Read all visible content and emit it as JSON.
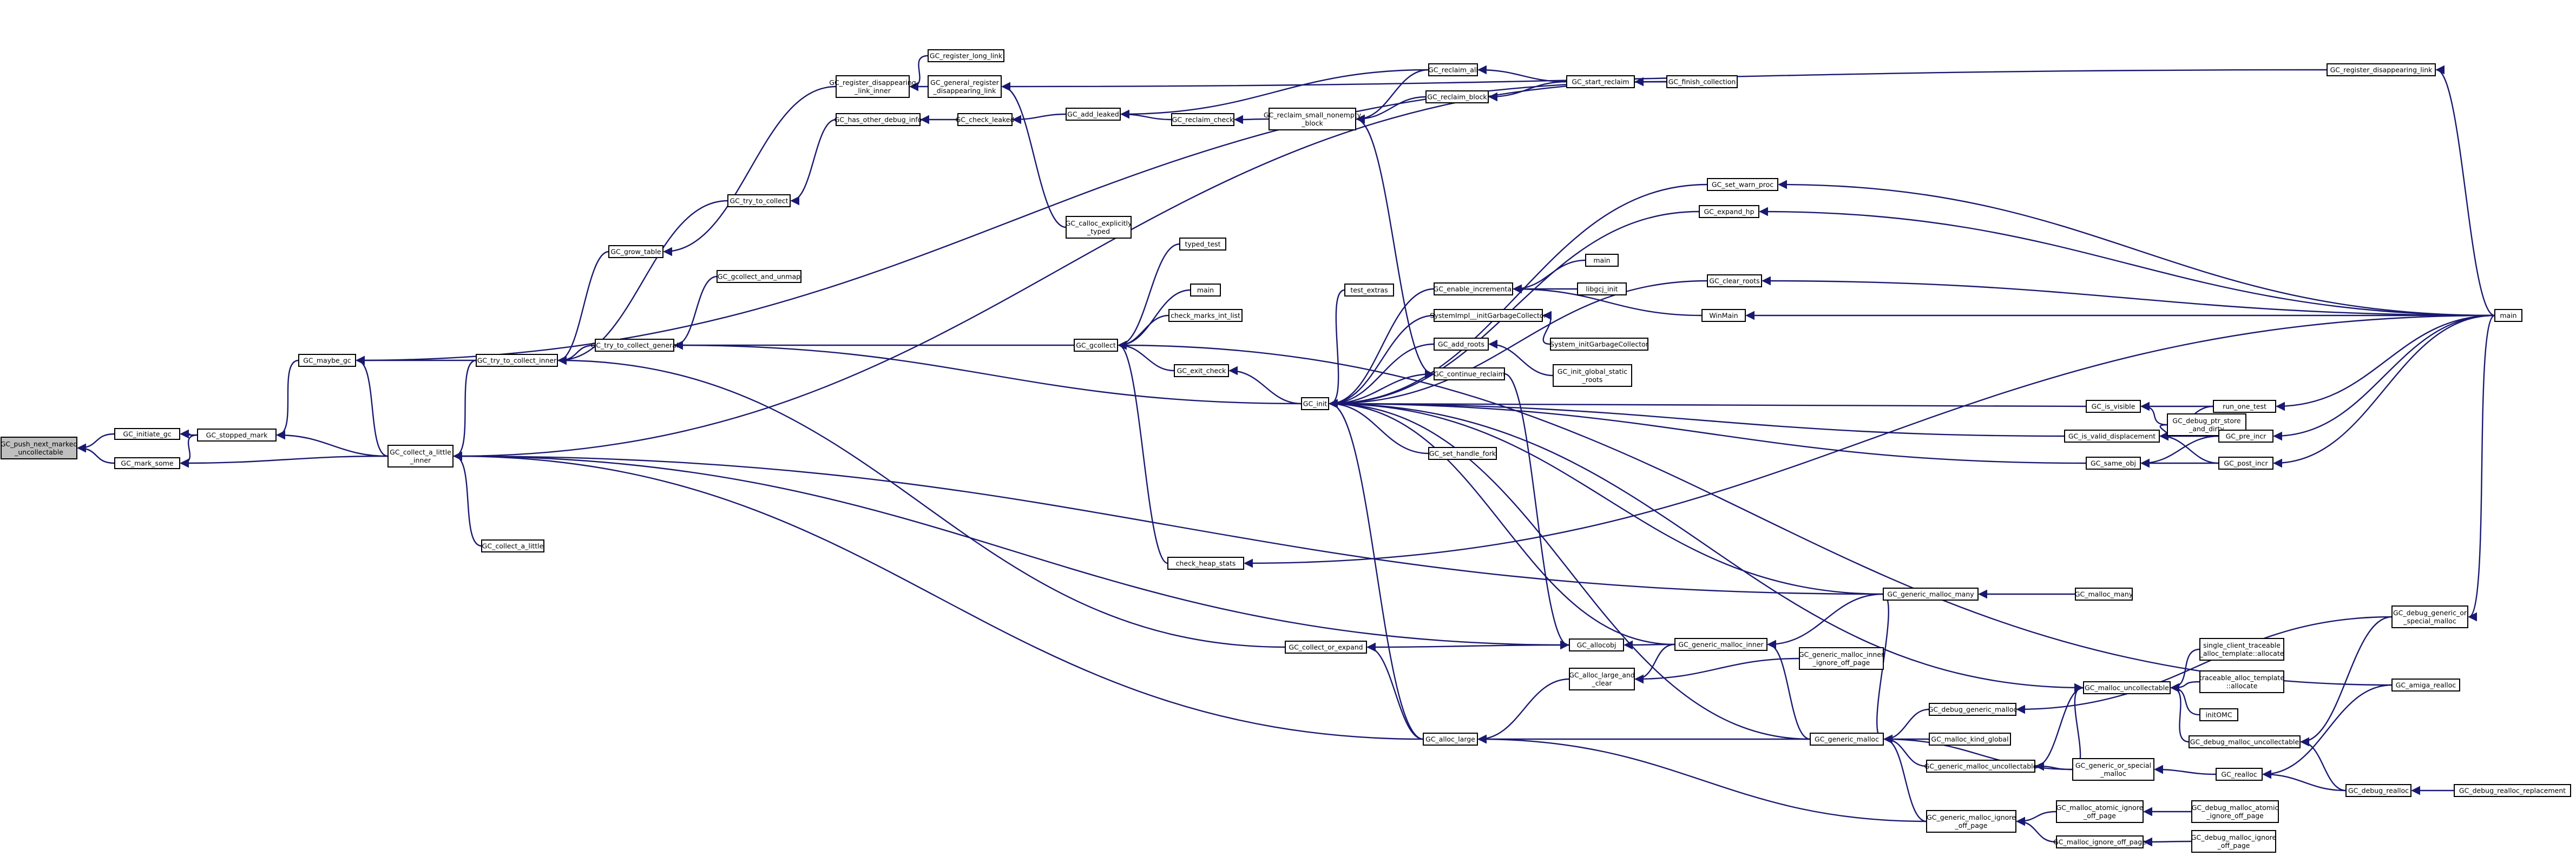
{
  "nodes": [
    {
      "id": "push_next",
      "lines": [
        "GC_push_next_marked",
        "_uncollectable"
      ],
      "highlight": true
    },
    {
      "id": "initiate_gc",
      "lines": [
        "GC_initiate_gc"
      ]
    },
    {
      "id": "mark_some",
      "lines": [
        "GC_mark_some"
      ]
    },
    {
      "id": "stopped_mark",
      "lines": [
        "GC_stopped_mark"
      ]
    },
    {
      "id": "maybe_gc",
      "lines": [
        "GC_maybe_gc"
      ]
    },
    {
      "id": "collect_a_little_inner",
      "lines": [
        "GC_collect_a_little",
        "_inner"
      ]
    },
    {
      "id": "try_to_collect_inner",
      "lines": [
        "GC_try_to_collect_inner"
      ]
    },
    {
      "id": "collect_a_little",
      "lines": [
        "GC_collect_a_little"
      ]
    },
    {
      "id": "grow_table",
      "lines": [
        "GC_grow_table"
      ]
    },
    {
      "id": "try_to_collect",
      "lines": [
        "GC_try_to_collect"
      ]
    },
    {
      "id": "try_to_collect_general",
      "lines": [
        "GC_try_to_collect_general"
      ]
    },
    {
      "id": "gcollect_and_unmap",
      "lines": [
        "GC_gcollect_and_unmap"
      ]
    },
    {
      "id": "register_disappearing_link_inner",
      "lines": [
        "GC_register_disappearing",
        "_link_inner"
      ]
    },
    {
      "id": "register_long_link",
      "lines": [
        "GC_register_long_link"
      ]
    },
    {
      "id": "general_register_disappearing_link",
      "lines": [
        "GC_general_register",
        "_disappearing_link"
      ]
    },
    {
      "id": "has_other_debug_info",
      "lines": [
        "GC_has_other_debug_info"
      ]
    },
    {
      "id": "check_leaked",
      "lines": [
        "GC_check_leaked"
      ]
    },
    {
      "id": "add_leaked",
      "lines": [
        "GC_add_leaked"
      ]
    },
    {
      "id": "reclaim_check",
      "lines": [
        "GC_reclaim_check"
      ]
    },
    {
      "id": "reclaim_small_nonempty_block",
      "lines": [
        "GC_reclaim_small_nonempty",
        "_block"
      ]
    },
    {
      "id": "reclaim_all",
      "lines": [
        "GC_reclaim_all"
      ]
    },
    {
      "id": "reclaim_block",
      "lines": [
        "GC_reclaim_block"
      ]
    },
    {
      "id": "start_reclaim",
      "lines": [
        "GC_start_reclaim"
      ]
    },
    {
      "id": "finish_collection",
      "lines": [
        "GC_finish_collection"
      ]
    },
    {
      "id": "register_disappearing_link",
      "lines": [
        "GC_register_disappearing_link"
      ]
    },
    {
      "id": "calloc_explicitly_typed",
      "lines": [
        "GC_calloc_explicitly",
        "_typed"
      ]
    },
    {
      "id": "typed_test",
      "lines": [
        "typed_test"
      ]
    },
    {
      "id": "gcollect",
      "lines": [
        "GC_gcollect"
      ]
    },
    {
      "id": "main_a",
      "lines": [
        "main"
      ]
    },
    {
      "id": "check_marks_int_list",
      "lines": [
        "check_marks_int_list"
      ]
    },
    {
      "id": "exit_check",
      "lines": [
        "GC_exit_check"
      ]
    },
    {
      "id": "check_heap_stats",
      "lines": [
        "check_heap_stats"
      ]
    },
    {
      "id": "test_extras",
      "lines": [
        "test_extras"
      ]
    },
    {
      "id": "init",
      "lines": [
        "GC_init"
      ]
    },
    {
      "id": "set_warn_proc",
      "lines": [
        "GC_set_warn_proc"
      ]
    },
    {
      "id": "expand_hp",
      "lines": [
        "GC_expand_hp"
      ]
    },
    {
      "id": "enable_incremental",
      "lines": [
        "GC_enable_incremental"
      ]
    },
    {
      "id": "main_b",
      "lines": [
        "main"
      ]
    },
    {
      "id": "libgcj_init",
      "lines": [
        "libgcj_init"
      ]
    },
    {
      "id": "winmain",
      "lines": [
        "WinMain"
      ]
    },
    {
      "id": "clear_roots",
      "lines": [
        "GC_clear_roots"
      ]
    },
    {
      "id": "sysimpl_init",
      "lines": [
        "SystemImpl__initGarbageCollector"
      ]
    },
    {
      "id": "system_init",
      "lines": [
        "System_initGarbageCollector"
      ]
    },
    {
      "id": "add_roots",
      "lines": [
        "GC_add_roots"
      ]
    },
    {
      "id": "init_global_static_roots",
      "lines": [
        "GC_init_global_static",
        "_roots"
      ]
    },
    {
      "id": "continue_reclaim",
      "lines": [
        "GC_continue_reclaim"
      ]
    },
    {
      "id": "set_handle_fork",
      "lines": [
        "GC_set_handle_fork"
      ]
    },
    {
      "id": "is_visible",
      "lines": [
        "GC_is_visible"
      ]
    },
    {
      "id": "is_valid_displacement",
      "lines": [
        "GC_is_valid_displacement"
      ]
    },
    {
      "id": "same_obj",
      "lines": [
        "GC_same_obj"
      ]
    },
    {
      "id": "debug_ptr_store_and_dirty",
      "lines": [
        "GC_debug_ptr_store",
        "_and_dirty"
      ]
    },
    {
      "id": "run_one_test",
      "lines": [
        "run_one_test"
      ]
    },
    {
      "id": "pre_incr",
      "lines": [
        "GC_pre_incr"
      ]
    },
    {
      "id": "post_incr",
      "lines": [
        "GC_post_incr"
      ]
    },
    {
      "id": "main_c",
      "lines": [
        "main"
      ]
    },
    {
      "id": "collect_or_expand",
      "lines": [
        "GC_collect_or_expand"
      ]
    },
    {
      "id": "allocobj",
      "lines": [
        "GC_allocobj"
      ]
    },
    {
      "id": "alloc_large_and_clear",
      "lines": [
        "GC_alloc_large_and",
        "_clear"
      ]
    },
    {
      "id": "alloc_large",
      "lines": [
        "GC_alloc_large"
      ]
    },
    {
      "id": "generic_malloc_inner",
      "lines": [
        "GC_generic_malloc_inner"
      ]
    },
    {
      "id": "generic_malloc_inner_ignore_off_page",
      "lines": [
        "GC_generic_malloc_inner",
        "_ignore_off_page"
      ]
    },
    {
      "id": "generic_malloc_many",
      "lines": [
        "GC_generic_malloc_many"
      ]
    },
    {
      "id": "malloc_many",
      "lines": [
        "GC_malloc_many"
      ]
    },
    {
      "id": "generic_malloc",
      "lines": [
        "GC_generic_malloc"
      ]
    },
    {
      "id": "debug_generic_malloc",
      "lines": [
        "GC_debug_generic_malloc"
      ]
    },
    {
      "id": "malloc_kind_global",
      "lines": [
        "GC_malloc_kind_global"
      ]
    },
    {
      "id": "generic_malloc_uncollectable",
      "lines": [
        "GC_generic_malloc_uncollectable"
      ]
    },
    {
      "id": "generic_malloc_ignore_off_page",
      "lines": [
        "GC_generic_malloc_ignore",
        "_off_page"
      ]
    },
    {
      "id": "malloc_uncollectable",
      "lines": [
        "GC_malloc_uncollectable"
      ]
    },
    {
      "id": "single_client_alloc",
      "lines": [
        "single_client_traceable",
        "_alloc_template::allocate"
      ]
    },
    {
      "id": "traceable_alloc",
      "lines": [
        "traceable_alloc_template",
        "::allocate"
      ]
    },
    {
      "id": "initomc",
      "lines": [
        "initOMC"
      ]
    },
    {
      "id": "debug_malloc_uncollectable",
      "lines": [
        "GC_debug_malloc_uncollectable"
      ]
    },
    {
      "id": "generic_or_special_malloc",
      "lines": [
        "GC_generic_or_special",
        "_malloc"
      ]
    },
    {
      "id": "realloc",
      "lines": [
        "GC_realloc"
      ]
    },
    {
      "id": "debug_realloc",
      "lines": [
        "GC_debug_realloc"
      ]
    },
    {
      "id": "debug_realloc_replacement",
      "lines": [
        "GC_debug_realloc_replacement"
      ]
    },
    {
      "id": "debug_generic_or_special_malloc",
      "lines": [
        "GC_debug_generic_or",
        "_special_malloc"
      ]
    },
    {
      "id": "amiga_realloc",
      "lines": [
        "GC_amiga_realloc"
      ]
    },
    {
      "id": "malloc_atomic_ignore_off_page",
      "lines": [
        "GC_malloc_atomic_ignore",
        "_off_page"
      ]
    },
    {
      "id": "debug_malloc_atomic_ignore_off_page",
      "lines": [
        "GC_debug_malloc_atomic",
        "_ignore_off_page"
      ]
    },
    {
      "id": "malloc_ignore_off_page",
      "lines": [
        "GC_malloc_ignore_off_page"
      ]
    },
    {
      "id": "debug_malloc_ignore_off_page",
      "lines": [
        "GC_debug_malloc_ignore",
        "_off_page"
      ]
    }
  ],
  "edges": [
    [
      "initiate_gc",
      "push_next"
    ],
    [
      "mark_some",
      "push_next"
    ],
    [
      "stopped_mark",
      "initiate_gc"
    ],
    [
      "stopped_mark",
      "mark_some"
    ],
    [
      "maybe_gc",
      "stopped_mark"
    ],
    [
      "collect_a_little_inner",
      "stopped_mark"
    ],
    [
      "collect_a_little_inner",
      "mark_some"
    ],
    [
      "try_to_collect_inner",
      "maybe_gc"
    ],
    [
      "collect_a_little_inner",
      "maybe_gc"
    ],
    [
      "try_to_collect_inner",
      "collect_a_little_inner"
    ],
    [
      "collect_a_little",
      "collect_a_little_inner"
    ],
    [
      "grow_table",
      "try_to_collect_inner"
    ],
    [
      "try_to_collect",
      "try_to_collect_inner"
    ],
    [
      "try_to_collect_general",
      "try_to_collect_inner"
    ],
    [
      "gcollect_and_unmap",
      "try_to_collect_general"
    ],
    [
      "gcollect",
      "try_to_collect_general"
    ],
    [
      "register_disappearing_link_inner",
      "grow_table"
    ],
    [
      "general_register_disappearing_link",
      "register_disappearing_link_inner"
    ],
    [
      "register_long_link",
      "register_disappearing_link_inner"
    ],
    [
      "register_disappearing_link",
      "general_register_disappearing_link"
    ],
    [
      "calloc_explicitly_typed",
      "general_register_disappearing_link"
    ],
    [
      "has_other_debug_info",
      "try_to_collect"
    ],
    [
      "check_leaked",
      "has_other_debug_info"
    ],
    [
      "add_leaked",
      "check_leaked"
    ],
    [
      "reclaim_check",
      "add_leaked"
    ],
    [
      "reclaim_small_nonempty_block",
      "reclaim_check"
    ],
    [
      "reclaim_all",
      "add_leaked"
    ],
    [
      "reclaim_all",
      "reclaim_small_nonempty_block"
    ],
    [
      "reclaim_block",
      "reclaim_small_nonempty_block"
    ],
    [
      "start_reclaim",
      "reclaim_all"
    ],
    [
      "start_reclaim",
      "reclaim_block"
    ],
    [
      "finish_collection",
      "start_reclaim"
    ],
    [
      "finish_collection",
      "maybe_gc"
    ],
    [
      "finish_collection",
      "collect_a_little_inner"
    ],
    [
      "typed_test",
      "gcollect"
    ],
    [
      "main_a",
      "gcollect"
    ],
    [
      "check_marks_int_list",
      "gcollect"
    ],
    [
      "exit_check",
      "gcollect"
    ],
    [
      "check_heap_stats",
      "gcollect"
    ],
    [
      "init",
      "exit_check"
    ],
    [
      "init",
      "try_to_collect_general"
    ],
    [
      "test_extras",
      "init"
    ],
    [
      "set_warn_proc",
      "init"
    ],
    [
      "expand_hp",
      "init"
    ],
    [
      "enable_incremental",
      "init"
    ],
    [
      "main_b",
      "enable_incremental"
    ],
    [
      "libgcj_init",
      "enable_incremental"
    ],
    [
      "winmain",
      "enable_incremental"
    ],
    [
      "clear_roots",
      "init"
    ],
    [
      "sysimpl_init",
      "init"
    ],
    [
      "system_init",
      "sysimpl_init"
    ],
    [
      "add_roots",
      "init"
    ],
    [
      "init_global_static_roots",
      "add_roots"
    ],
    [
      "continue_reclaim",
      "init"
    ],
    [
      "set_handle_fork",
      "init"
    ],
    [
      "is_visible",
      "init"
    ],
    [
      "is_valid_displacement",
      "init"
    ],
    [
      "same_obj",
      "init"
    ],
    [
      "debug_ptr_store_and_dirty",
      "is_visible"
    ],
    [
      "run_one_test",
      "is_visible"
    ],
    [
      "debug_ptr_store_and_dirty",
      "is_valid_displacement"
    ],
    [
      "run_one_test",
      "is_valid_displacement"
    ],
    [
      "pre_incr",
      "is_valid_displacement"
    ],
    [
      "post_incr",
      "is_valid_displacement"
    ],
    [
      "pre_incr",
      "same_obj"
    ],
    [
      "post_incr",
      "same_obj"
    ],
    [
      "main_c",
      "run_one_test"
    ],
    [
      "main_c",
      "pre_incr"
    ],
    [
      "main_c",
      "post_incr"
    ],
    [
      "main_c",
      "set_warn_proc"
    ],
    [
      "main_c",
      "expand_hp"
    ],
    [
      "main_c",
      "clear_roots"
    ],
    [
      "main_c",
      "check_heap_stats"
    ],
    [
      "main_c",
      "winmain"
    ],
    [
      "main_c",
      "register_disappearing_link"
    ],
    [
      "collect_or_expand",
      "try_to_collect_inner"
    ],
    [
      "allocobj",
      "collect_or_expand"
    ],
    [
      "alloc_large",
      "collect_or_expand"
    ],
    [
      "alloc_large",
      "collect_a_little_inner"
    ],
    [
      "alloc_large",
      "init"
    ],
    [
      "allocobj",
      "collect_a_little_inner"
    ],
    [
      "continue_reclaim",
      "allocobj"
    ],
    [
      "reclaim_small_nonempty_block",
      "continue_reclaim"
    ],
    [
      "generic_malloc_inner",
      "allocobj"
    ],
    [
      "generic_malloc_inner",
      "alloc_large_and_clear"
    ],
    [
      "alloc_large_and_clear",
      "alloc_large"
    ],
    [
      "generic_malloc_inner_ignore_off_page",
      "alloc_large_and_clear"
    ],
    [
      "generic_malloc_inner",
      "init"
    ],
    [
      "generic_malloc_many",
      "generic_malloc_inner"
    ],
    [
      "generic_malloc_many",
      "collect_a_little_inner"
    ],
    [
      "generic_malloc_many",
      "init"
    ],
    [
      "malloc_many",
      "generic_malloc_many"
    ],
    [
      "generic_malloc",
      "generic_malloc_many"
    ],
    [
      "generic_malloc",
      "generic_malloc_inner"
    ],
    [
      "generic_malloc",
      "alloc_large"
    ],
    [
      "generic_malloc",
      "init"
    ],
    [
      "debug_generic_malloc",
      "generic_malloc"
    ],
    [
      "malloc_kind_global",
      "generic_malloc"
    ],
    [
      "generic_malloc_uncollectable",
      "generic_malloc"
    ],
    [
      "generic_malloc_ignore_off_page",
      "alloc_large"
    ],
    [
      "generic_malloc_ignore_off_page",
      "generic_malloc"
    ],
    [
      "malloc_uncollectable",
      "generic_malloc_uncollectable"
    ],
    [
      "malloc_uncollectable",
      "init"
    ],
    [
      "single_client_alloc",
      "malloc_uncollectable"
    ],
    [
      "traceable_alloc",
      "malloc_uncollectable"
    ],
    [
      "initomc",
      "malloc_uncollectable"
    ],
    [
      "debug_malloc_uncollectable",
      "malloc_uncollectable"
    ],
    [
      "generic_or_special_malloc",
      "generic_malloc_uncollectable"
    ],
    [
      "generic_or_special_malloc",
      "generic_malloc"
    ],
    [
      "generic_or_special_malloc",
      "malloc_uncollectable"
    ],
    [
      "realloc",
      "generic_or_special_malloc"
    ],
    [
      "debug_realloc",
      "realloc"
    ],
    [
      "debug_realloc",
      "debug_malloc_uncollectable"
    ],
    [
      "debug_realloc_replacement",
      "debug_realloc"
    ],
    [
      "debug_generic_or_special_malloc",
      "debug_malloc_uncollectable"
    ],
    [
      "debug_generic_or_special_malloc",
      "debug_generic_malloc"
    ],
    [
      "main_c",
      "debug_generic_or_special_malloc"
    ],
    [
      "amiga_realloc",
      "realloc"
    ],
    [
      "amiga_realloc",
      "gcollect"
    ],
    [
      "malloc_atomic_ignore_off_page",
      "generic_malloc_ignore_off_page"
    ],
    [
      "debug_malloc_atomic_ignore_off_page",
      "malloc_atomic_ignore_off_page"
    ],
    [
      "malloc_ignore_off_page",
      "generic_malloc_ignore_off_page"
    ],
    [
      "debug_malloc_ignore_off_page",
      "malloc_ignore_off_page"
    ]
  ]
}
